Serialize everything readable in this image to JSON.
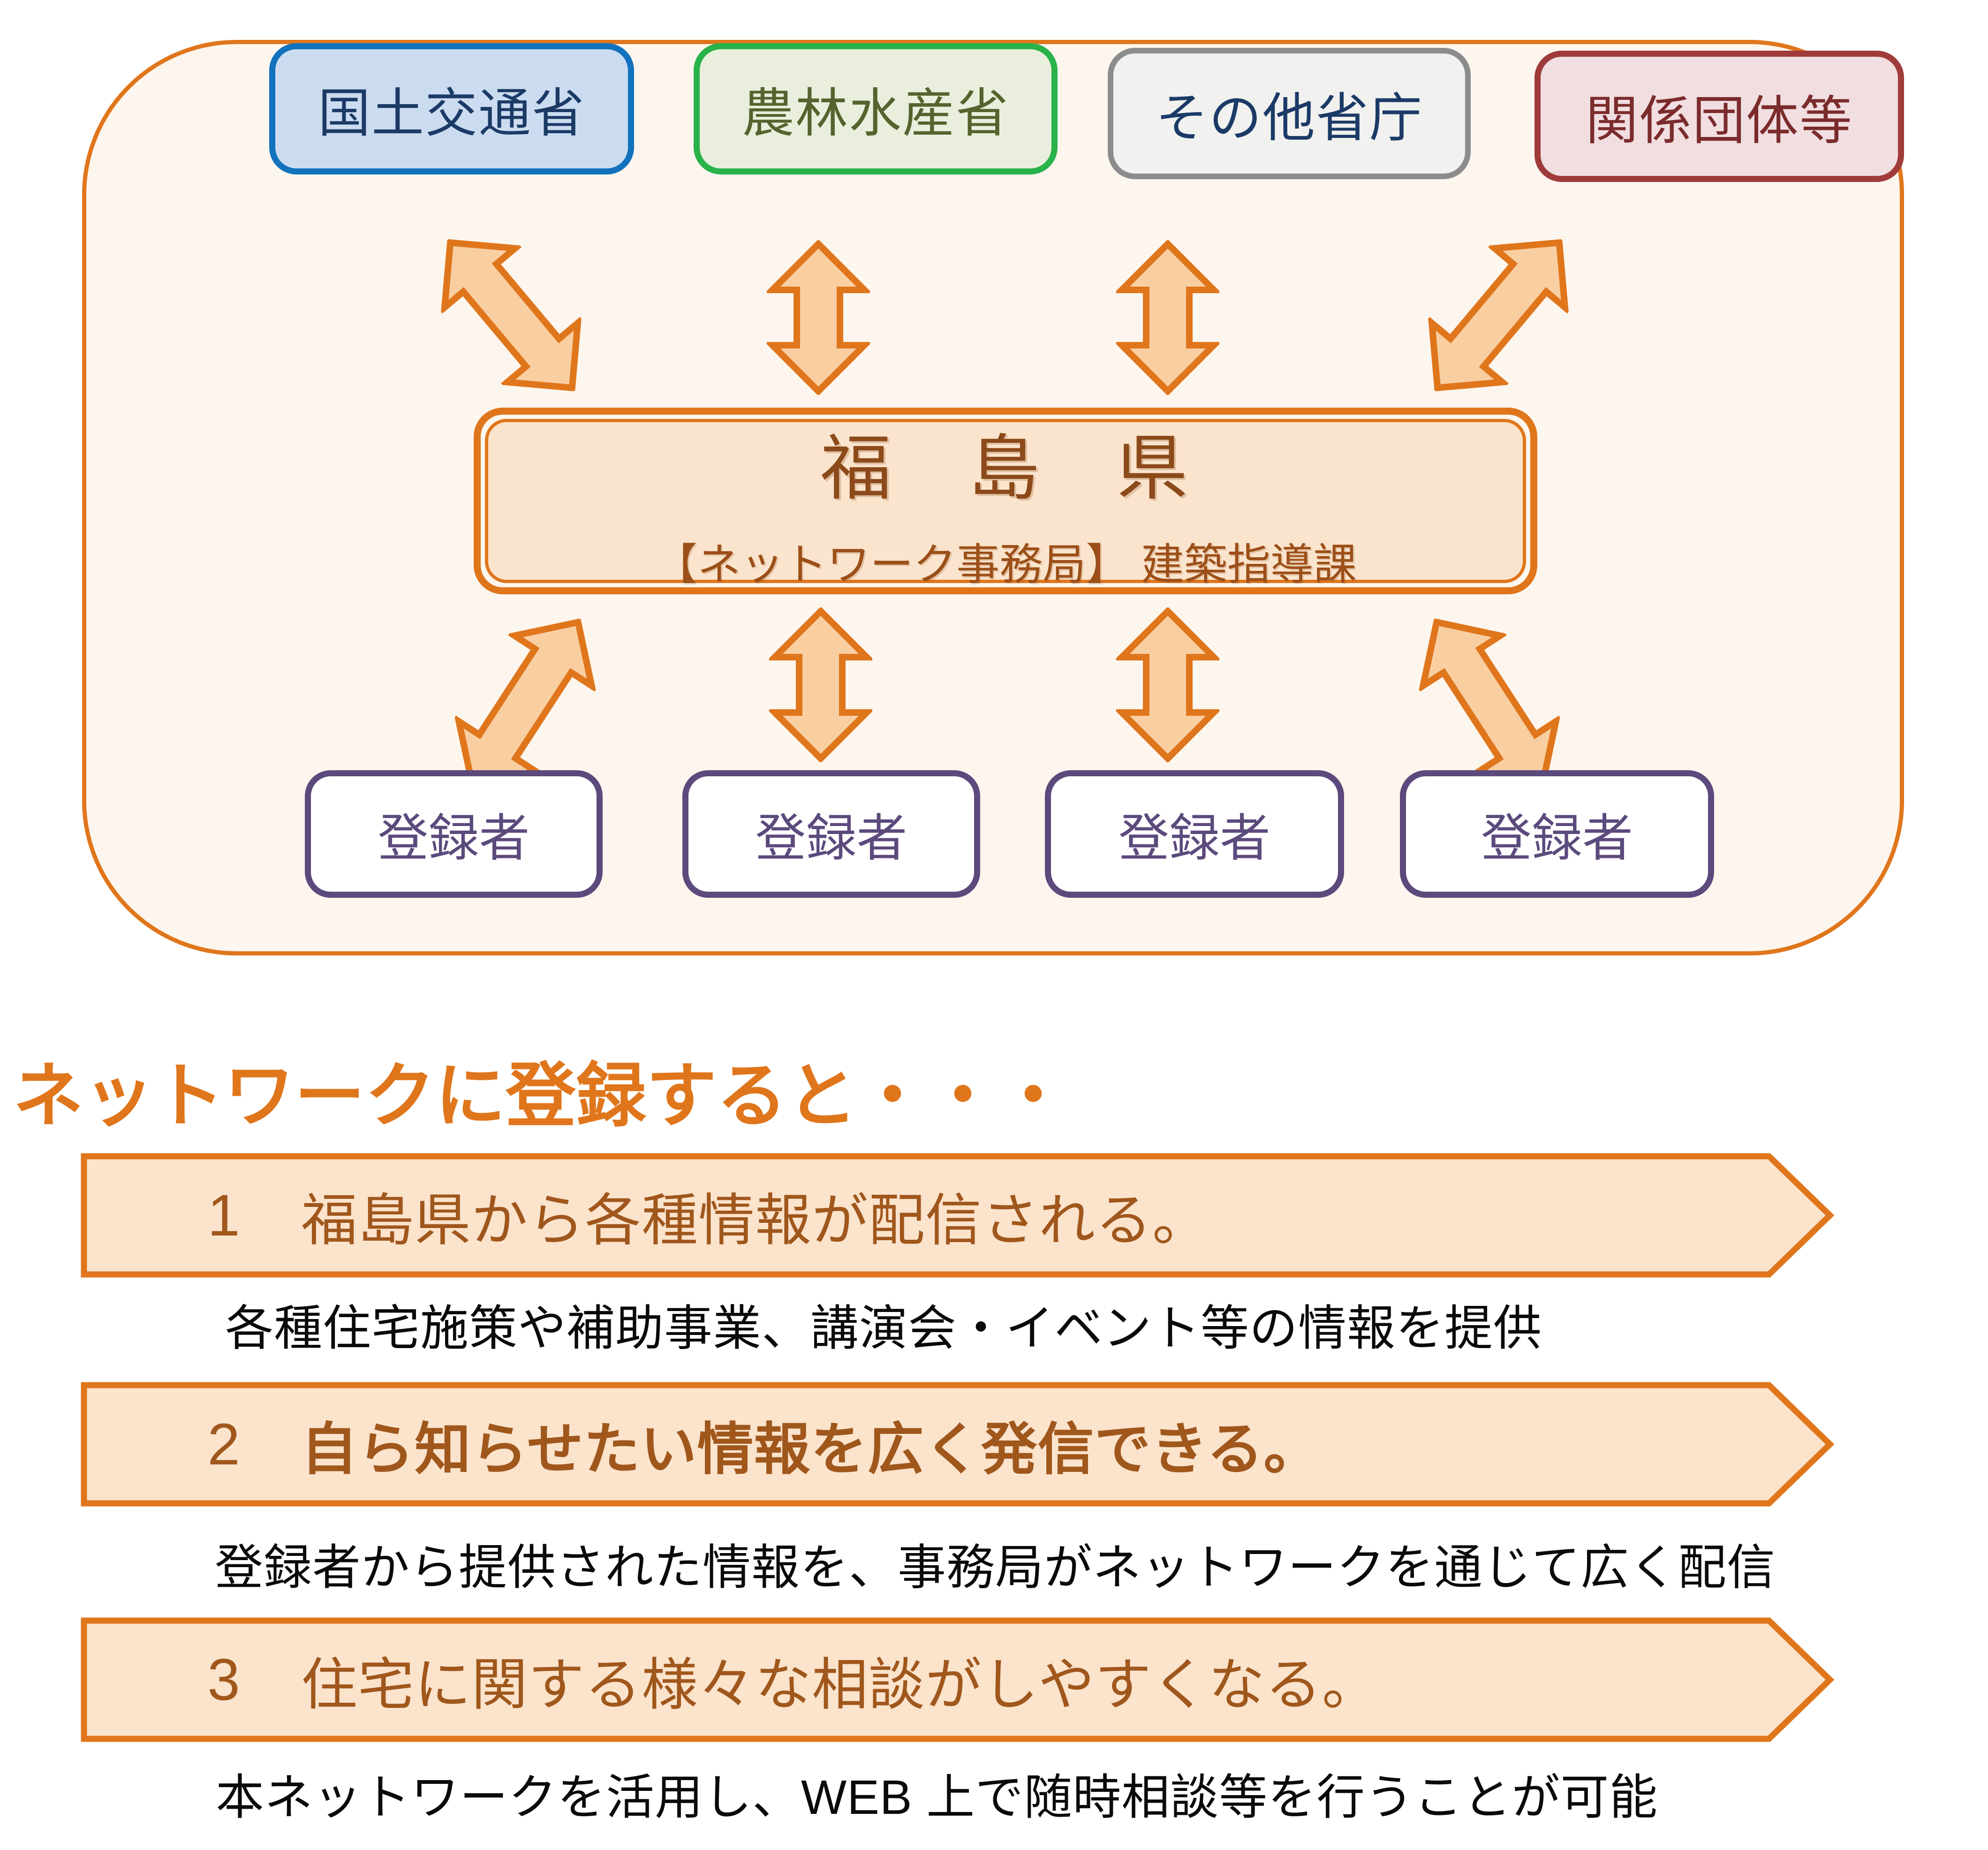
{
  "diagram": {
    "ministries": [
      {
        "label": "国土交通省",
        "border_color": "#1272bd",
        "fill_color": "#ccdcf0",
        "text_color": "#1b3a66"
      },
      {
        "label": "農林水産省",
        "border_color": "#2ab24b",
        "fill_color": "#e9efdc",
        "text_color": "#55632e"
      },
      {
        "label": "その他省庁",
        "border_color": "#8c8c8c",
        "fill_color": "#f1f1f0",
        "text_color": "#1b3a66"
      },
      {
        "label": "関係団体等",
        "border_color": "#a03b3b",
        "fill_color": "#f1dee1",
        "text_color": "#7b2b2b"
      }
    ],
    "center": {
      "title": "福　島　県",
      "subtitle": "【ネットワーク事務局】 建築指導課"
    },
    "registrants": [
      {
        "label": "登録者"
      },
      {
        "label": "登録者"
      },
      {
        "label": "登録者"
      },
      {
        "label": "登録者"
      }
    ],
    "arrow_meaning": "double-headed-exchange-arrow"
  },
  "heading": "ネットワークに登録すると・・・",
  "benefits": [
    {
      "number": "1",
      "title": "福島県から各種情報が配信される。",
      "description": "各種住宅施策や補助事業、講演会・イベント等の情報を提供"
    },
    {
      "number": "2",
      "title": "自ら知らせたい情報を広く発信できる。",
      "description": "登録者から提供された情報を、事務局がネットワークを通じて広く配信"
    },
    {
      "number": "3",
      "title": "住宅に関する様々な相談がしやすくなる。",
      "description": "本ネットワークを活用し、WEB 上で随時相談等を行うことが可能"
    }
  ],
  "colors": {
    "accent_orange": "#e0761c",
    "arrow_fill": "#f9cfa2",
    "container_fill": "#fdf6ee",
    "banner_fill": "#fbe3cc",
    "center_fill": "#fbe4cd",
    "banner_text": "#a0571c",
    "center_text": "#8c4a1a",
    "registrant_purple": "#5c4a7d",
    "description_text": "#0a0a0a"
  }
}
